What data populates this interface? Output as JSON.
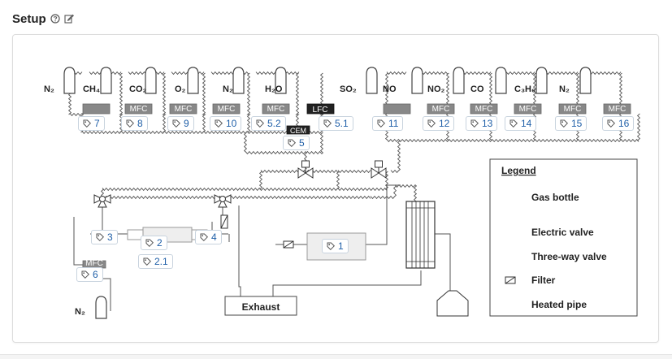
{
  "header": {
    "title": "Setup"
  },
  "diagram": {
    "gases_left": [
      "N₂",
      "CH₄",
      "CO₂",
      "O₂",
      "N₂",
      "H₂O"
    ],
    "gases_right": [
      "SO₂",
      "NO",
      "NO₂",
      "CO",
      "C₃H₆",
      "N₂"
    ],
    "controllers": {
      "mfc": "MFC",
      "lfc": "LFC",
      "cem": "CEM"
    },
    "bottom_gas": "N₂",
    "exhaust": "Exhaust",
    "legend": {
      "title": "Legend",
      "items": [
        "Gas bottle",
        "Electric valve",
        "Three-way valve",
        "Filter",
        "Heated pipe"
      ]
    }
  },
  "tags": [
    {
      "id": "7"
    },
    {
      "id": "8"
    },
    {
      "id": "9"
    },
    {
      "id": "10"
    },
    {
      "id": "5.2"
    },
    {
      "id": "5.1"
    },
    {
      "id": "5"
    },
    {
      "id": "11"
    },
    {
      "id": "12"
    },
    {
      "id": "13"
    },
    {
      "id": "14"
    },
    {
      "id": "15"
    },
    {
      "id": "16"
    },
    {
      "id": "3"
    },
    {
      "id": "2"
    },
    {
      "id": "4"
    },
    {
      "id": "1"
    },
    {
      "id": "2.1"
    },
    {
      "id": "6"
    }
  ]
}
